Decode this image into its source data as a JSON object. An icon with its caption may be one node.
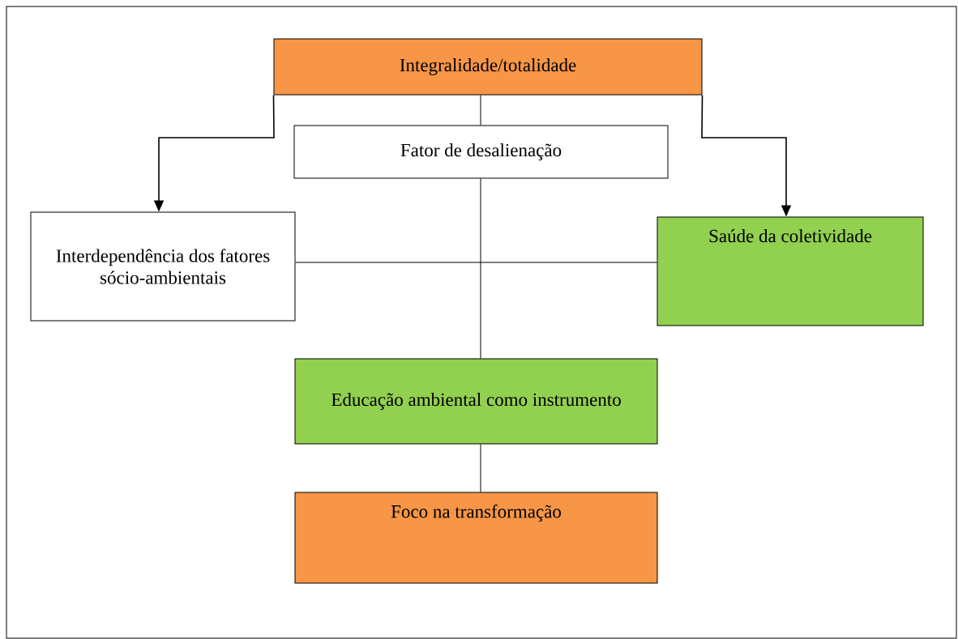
{
  "diagram": {
    "nodes": [
      {
        "text": [
          "Integralidade/totalidade"
        ]
      },
      {
        "text": [
          "Fator de desalienação"
        ]
      },
      {
        "text": [
          "Interdependência dos fatores sócio-ambientais"
        ]
      },
      {
        "text": [
          "Saúde da coletividade"
        ]
      },
      {
        "text": [
          "Educação ambiental como instrumento"
        ]
      },
      {
        "text": [
          "Foco na transformação"
        ]
      }
    ],
    "edges": [
      {
        "from": 0,
        "to": 1,
        "arrow": "none"
      },
      {
        "from": 1,
        "to": 4,
        "arrow": "none"
      },
      {
        "from": 4,
        "to": 5,
        "arrow": "none"
      },
      {
        "from": 2,
        "to": 3,
        "arrow": "none"
      },
      {
        "from": 0,
        "to": 2,
        "arrow": "to"
      },
      {
        "from": 0,
        "to": 3,
        "arrow": "to"
      }
    ]
  }
}
